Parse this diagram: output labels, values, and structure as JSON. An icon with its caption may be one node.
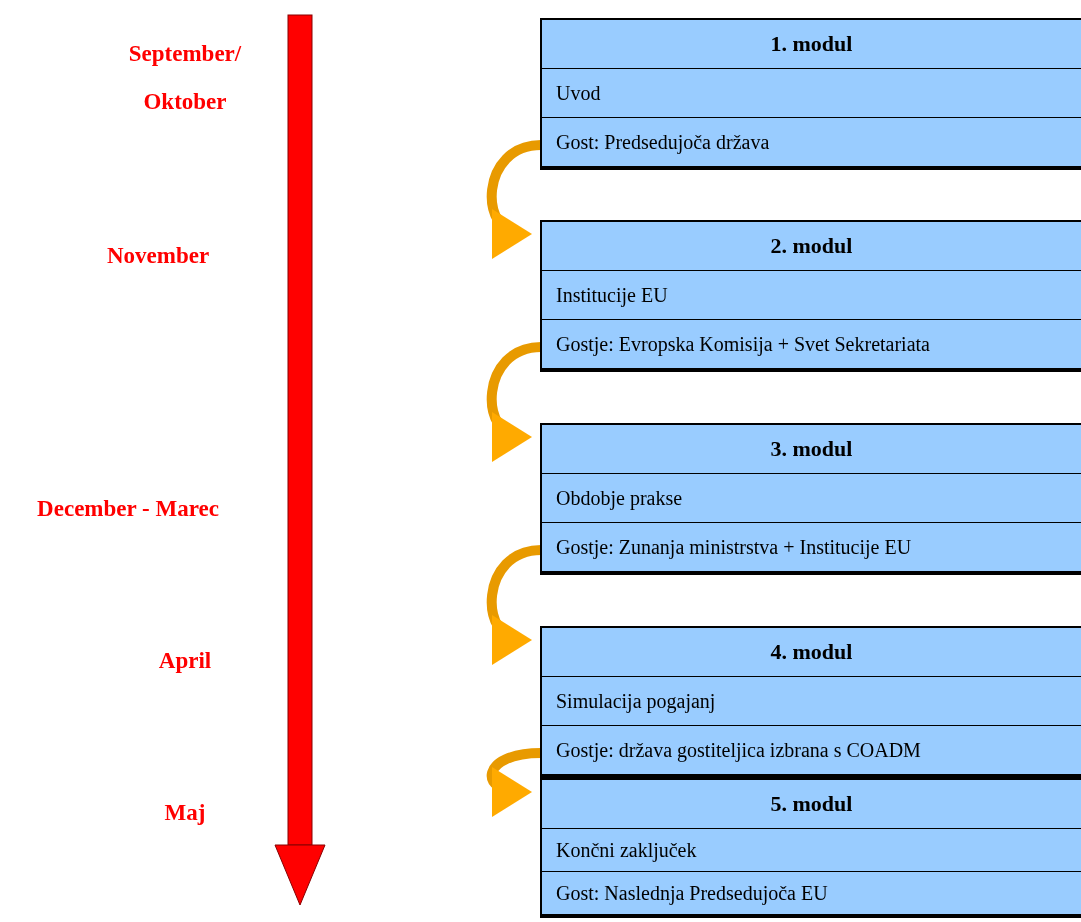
{
  "diagram": {
    "nodes": [
      {
        "text": [
          "1. modul",
          "Uvod",
          "Gost: Predsedujoča država"
        ]
      },
      {
        "text": [
          "2. modul",
          "Institucije EU",
          "Gostje: Evropska Komisija + Svet Sekretariata"
        ]
      },
      {
        "text": [
          "3. modul",
          "Obdobje prakse",
          "Gostje: Zunanja ministrstva + Institucije EU"
        ]
      },
      {
        "text": [
          "4. modul",
          "Simulacija pogajanj",
          "Gostje: država gostiteljica izbrana s COADM"
        ]
      },
      {
        "text": [
          "5. modul",
          "Končni zaključek",
          "Gost: Naslednja Predsedujoča EU"
        ]
      }
    ],
    "edges": [
      {
        "from": 0,
        "to": 1,
        "arrow": "to"
      },
      {
        "from": 1,
        "to": 2,
        "arrow": "to"
      },
      {
        "from": 2,
        "to": 3,
        "arrow": "to"
      },
      {
        "from": 3,
        "to": 4,
        "arrow": "to"
      }
    ],
    "labels": [
      "September/ Oktober",
      "November",
      "December - Marec",
      "April",
      "Maj"
    ]
  }
}
